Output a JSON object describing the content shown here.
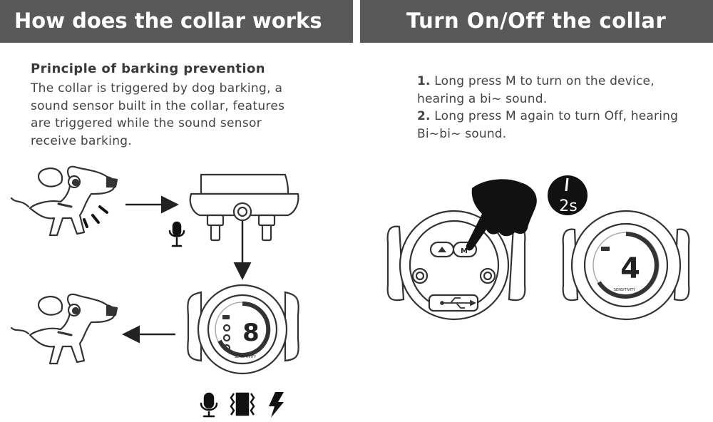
{
  "headers": {
    "left": "How does the collar works",
    "right": "Turn On/Off the collar"
  },
  "principle": {
    "title": "Principle of barking prevention",
    "body": "The collar is triggered by dog barking, a sound sensor built in the collar, features are triggered while the sound sensor receive barking."
  },
  "steps": [
    {
      "num": "1.",
      "text": " Long press M to turn on the device, hearing a bi~ sound."
    },
    {
      "num": "2.",
      "text": " Long press M again to turn Off, hearing Bi~bi~ sound."
    }
  ],
  "device": {
    "display_digit_left": "8",
    "display_digit_right": "4",
    "sensitivity_label": "SENSITIVITY",
    "m_button": "M",
    "timer_label": "2s"
  },
  "icons": {
    "microphone": "microphone-icon",
    "vibration": "vibration-icon",
    "shock": "lightning-icon",
    "usb": "usb-icon",
    "hand": "pointing-hand-icon",
    "timer": "timer-icon"
  }
}
